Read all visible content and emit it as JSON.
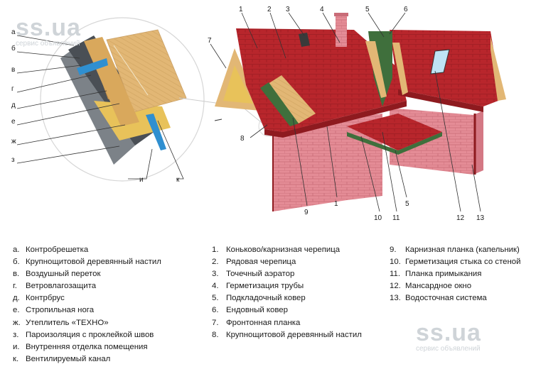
{
  "callouts_left": [
    "а",
    "б",
    "в",
    "г",
    "д",
    "е",
    "ж",
    "з",
    "и",
    "к"
  ],
  "callouts_house": [
    "1",
    "2",
    "3",
    "4",
    "5",
    "6",
    "7",
    "8",
    "9",
    "1",
    "10",
    "11",
    "5",
    "12",
    "13"
  ],
  "legend_letters": [
    {
      "key": "а.",
      "text": "Контробрешетка"
    },
    {
      "key": "б.",
      "text": "Крупнощитовой деревянный настил"
    },
    {
      "key": "в.",
      "text": "Воздушный переток"
    },
    {
      "key": "г.",
      "text": "Ветровлагозащита"
    },
    {
      "key": "д.",
      "text": "Контрбрус"
    },
    {
      "key": "е.",
      "text": "Стропильная нога"
    },
    {
      "key": "ж.",
      "text": "Утеплитель «ТЕХНО»"
    },
    {
      "key": "з.",
      "text": "Пароизоляция с проклейкой швов"
    },
    {
      "key": "и.",
      "text": "Внутренняя отделка помещения"
    },
    {
      "key": "к.",
      "text": "Вентилируемый канал"
    }
  ],
  "legend_numbers_1": [
    {
      "key": "1.",
      "text": "Коньково/карнизная  черепица"
    },
    {
      "key": "2.",
      "text": "Рядовая черепица"
    },
    {
      "key": "3.",
      "text": "Точечный аэратор"
    },
    {
      "key": "4.",
      "text": "Герметизация трубы"
    },
    {
      "key": "5.",
      "text": "Подкладочный ковер"
    },
    {
      "key": "6.",
      "text": "Ендовный ковер"
    },
    {
      "key": "7.",
      "text": "Фронтонная планка"
    },
    {
      "key": "8.",
      "text": "Крупнощитовой деревянный настил"
    }
  ],
  "legend_numbers_2": [
    {
      "key": "9.",
      "text": "Карнизная планка (капельник)"
    },
    {
      "key": "10.",
      "text": "Герметизация стыка со стеной"
    },
    {
      "key": "11.",
      "text": "Планка примыкания"
    },
    {
      "key": "12.",
      "text": "Мансардное окно"
    },
    {
      "key": "13.",
      "text": "Водосточная система"
    }
  ],
  "watermark": {
    "brand": "ss.ua",
    "tagline": "сервис объявлений"
  },
  "colors": {
    "roof": "#b8262c",
    "roof_dark": "#8e1a1f",
    "brick": "#e48c96",
    "brick_line": "#c96c78",
    "wood": "#e2b775",
    "insulation": "#e8c25a",
    "membrane_dark": "#4a4f55",
    "vapor": "#7c8288",
    "channel_blue": "#2f8fd0",
    "green_carpet": "#3f6f3c",
    "line": "#333333"
  }
}
